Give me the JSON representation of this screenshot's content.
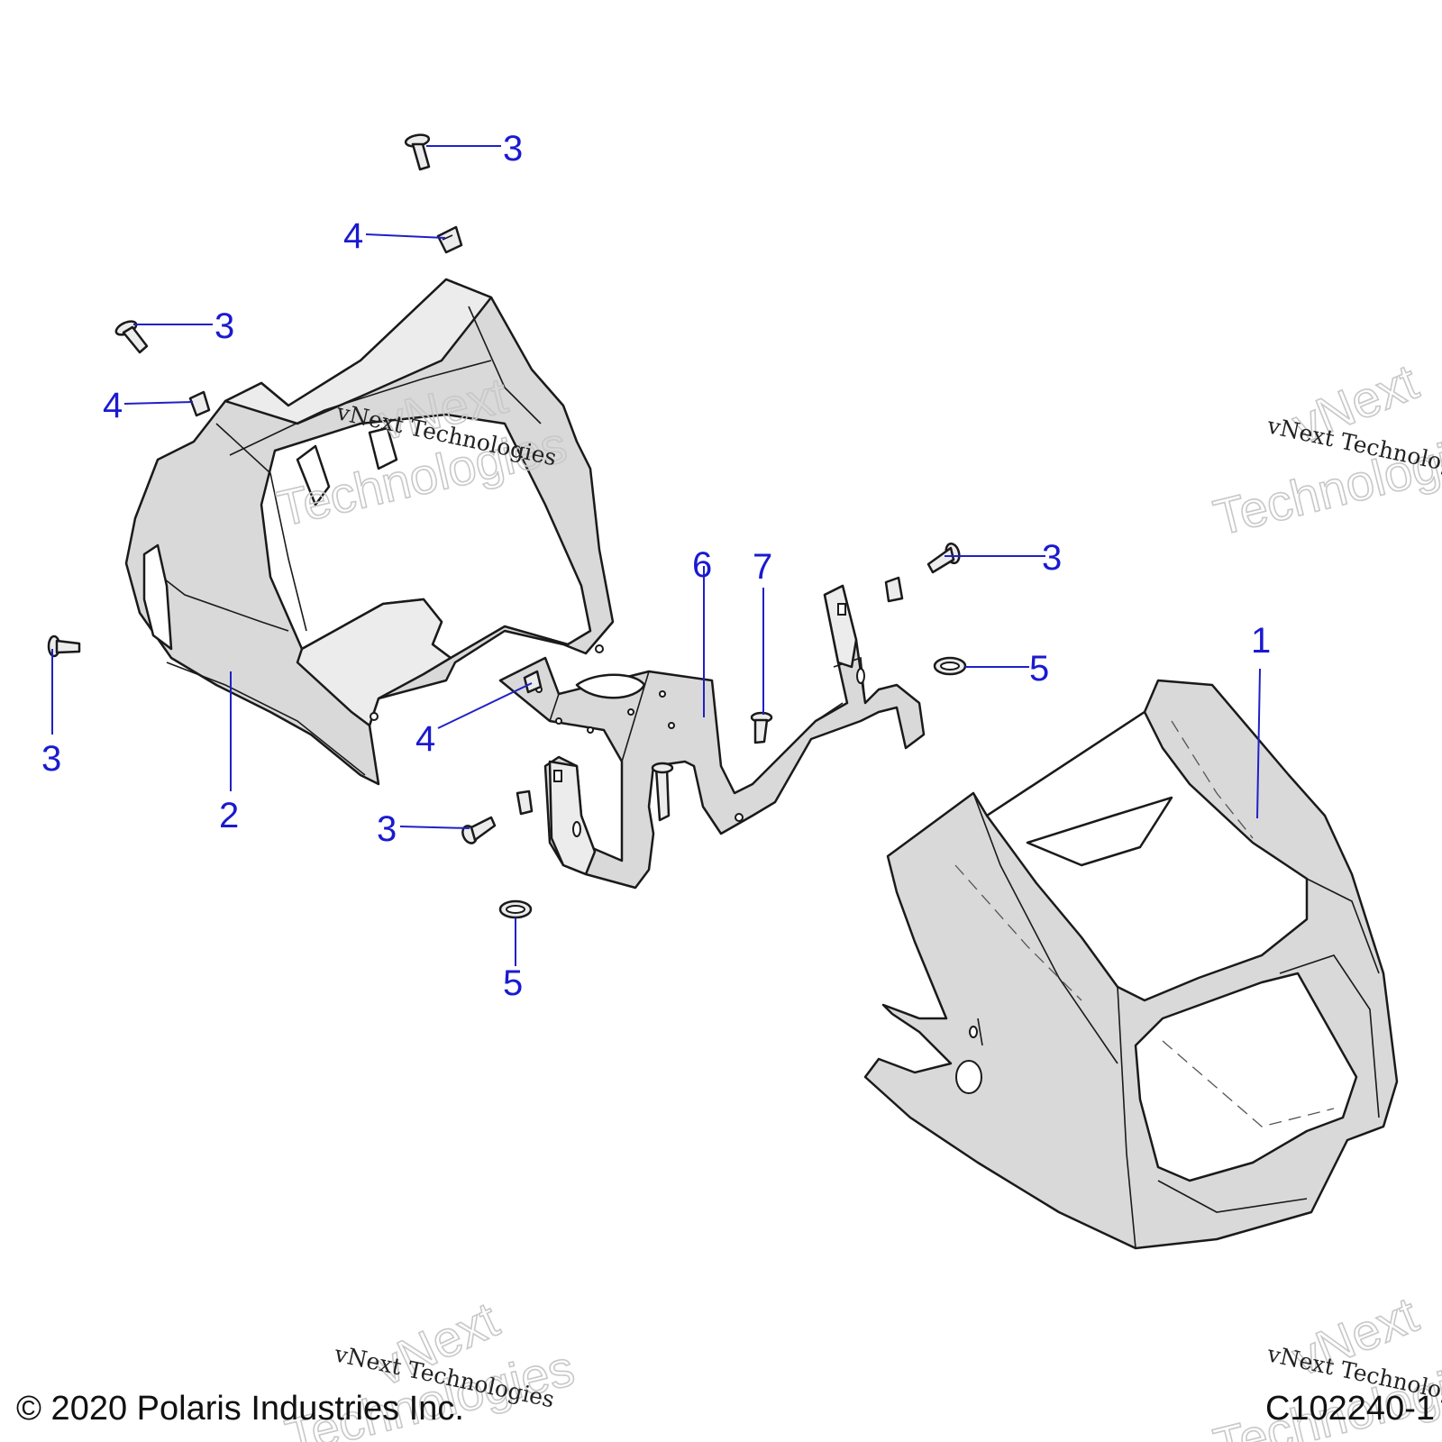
{
  "callouts": [
    {
      "id": "c3a",
      "label": "3"
    },
    {
      "id": "c4a",
      "label": "4"
    },
    {
      "id": "c3b",
      "label": "3"
    },
    {
      "id": "c4b",
      "label": "4"
    },
    {
      "id": "c3c",
      "label": "3"
    },
    {
      "id": "c2",
      "label": "2"
    },
    {
      "id": "c4c",
      "label": "4"
    },
    {
      "id": "c6",
      "label": "6"
    },
    {
      "id": "c7",
      "label": "7"
    },
    {
      "id": "c3d",
      "label": "3"
    },
    {
      "id": "c3e",
      "label": "3"
    },
    {
      "id": "c5a",
      "label": "5"
    },
    {
      "id": "c5b",
      "label": "5"
    },
    {
      "id": "c1",
      "label": "1"
    }
  ],
  "watermark": {
    "small": "vNext Technologies",
    "big_top": "vNext",
    "big_bottom": "Technologies"
  },
  "footer": {
    "copyright": "© 2020 Polaris Industries Inc.",
    "diagram_id": "C102240-1"
  },
  "colors": {
    "callout": "#1a1ad0",
    "part_fill": "#d9d9d9",
    "outline": "#1a1a1a"
  }
}
